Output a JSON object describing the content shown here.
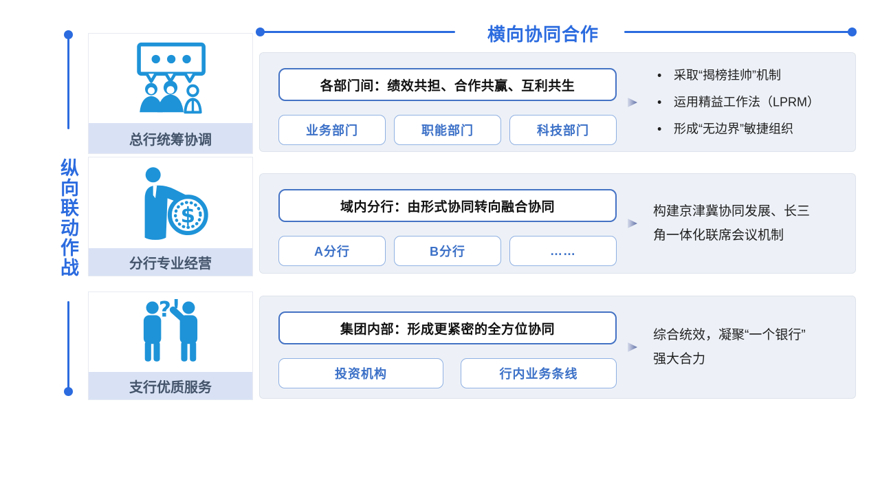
{
  "header": {
    "title": "横向协同合作"
  },
  "left_rail": {
    "label": "纵向联动作战"
  },
  "left_cards": [
    {
      "label": "总行统筹协调",
      "icon": "discussion-people-icon"
    },
    {
      "label": "分行专业经营",
      "icon": "banker-with-coin-icon"
    },
    {
      "label": "支行优质服务",
      "icon": "service-dialogue-people-icon"
    }
  ],
  "panels": [
    {
      "title": "各部门间：绩效共担、合作共赢、互利共生",
      "tags": [
        "业务部门",
        "职能部门",
        "科技部门"
      ],
      "notes": [
        "采取“揭榜挂帅”机制",
        "运用精益工作法（LPRM）",
        "形成“无边界”敏捷组织"
      ]
    },
    {
      "title": "域内分行：由形式协同转向融合协同",
      "tags": [
        "A分行",
        "B分行",
        "……"
      ],
      "notes": [
        "构建京津冀协同发展、长三",
        "角一体化联席会议机制"
      ]
    },
    {
      "title": "集团内部：形成更紧密的全方位协同",
      "tags": [
        "投资机构",
        "行内业务条线"
      ],
      "notes": [
        "综合统效，凝聚“一个银行”",
        "强大合力"
      ]
    }
  ],
  "colors": {
    "accent_blue": "#2B6BDF",
    "icon_blue": "#1E93D8",
    "title_box_border": "#4472C4",
    "tag_border": "#8FB0E2",
    "tag_text": "#3B70C7",
    "panel_bg": "#EDF1F7",
    "label_strip_bg": "#D9E2F5",
    "label_text": "#44546A",
    "body_text": "#1F1F1F"
  }
}
